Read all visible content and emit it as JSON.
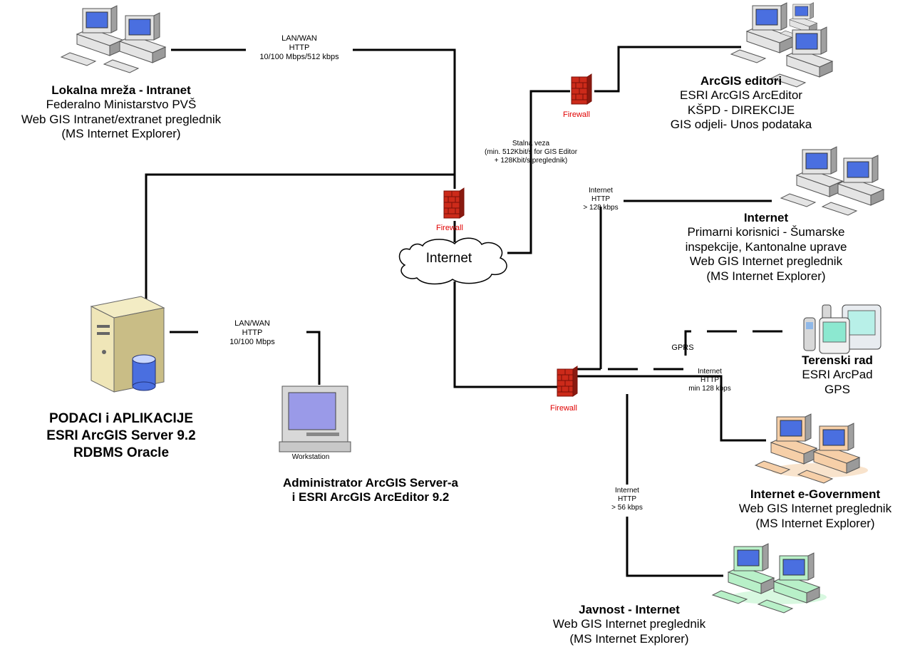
{
  "colors": {
    "pc_gray": "#e4e4e4",
    "pc_orange": "#f6cfa8",
    "pc_green": "#b8f0c8",
    "screen_blue": "#4a6fe0",
    "firewall_red": "#cc2a1a",
    "line": "#000000"
  },
  "icons": [
    "workstation-icon",
    "server-icon",
    "database-icon",
    "firewall-icon",
    "cloud-icon",
    "pda-icon"
  ],
  "nodes": {
    "intranet": {
      "title": "Lokalna mreža - Intranet",
      "lines": [
        "Federalno Ministarstvo PVŠ",
        "Web GIS Intranet/extranet preglednik",
        "(MS Internet Explorer)"
      ]
    },
    "editors": {
      "title": "ArcGIS editori",
      "lines": [
        "ESRI ArcGIS ArcEditor",
        "KŠPD - DIREKCIJE",
        "GIS odjeli- Unos podataka"
      ]
    },
    "internet_primary": {
      "title": "Internet",
      "lines": [
        "Primarni korisnici - Šumarske",
        "inspekcije, Kantonalne uprave",
        "Web GIS Internet preglednik",
        "(MS Internet Explorer)"
      ]
    },
    "field": {
      "title": "Terenski rad",
      "lines": [
        "ESRI ArcPad",
        "GPS"
      ]
    },
    "egov": {
      "title": "Internet  e-Government",
      "lines": [
        "Web GIS Internet preglednik",
        "(MS Internet Explorer)"
      ]
    },
    "public": {
      "title": "Javnost -  Internet",
      "lines": [
        "Web GIS Internet preglednik",
        "(MS Internet Explorer)"
      ]
    },
    "server": {
      "lines": [
        "PODACI i APLIKACIJE",
        "ESRI ArcGIS Server 9.2",
        "RDBMS Oracle"
      ]
    },
    "admin": {
      "lines": [
        "Administrator ArcGIS Server-a",
        "i ESRI ArcGIS ArcEditor 9.2"
      ],
      "device_label": "Workstation"
    }
  },
  "links": {
    "lan_top": [
      "LAN/WAN",
      "HTTP",
      "10/100 Mbps/512 kbps"
    ],
    "lan_admin": [
      "LAN/WAN",
      "HTTP",
      "10/100 Mbps"
    ],
    "stalna": [
      "Stalna veza",
      "(min. 512Kbit/s for GIS Editor",
      "+ 128Kbit/s preglednik)"
    ],
    "internet_128": [
      "Internet",
      "HTTP",
      "> 128 kbps"
    ],
    "gprs": "GPRS",
    "internet_min128": [
      "Internet",
      "HTTP",
      "min 128 kbps"
    ],
    "internet_56": [
      "Internet",
      "HTTP",
      "> 56 kbps"
    ]
  },
  "cloud_label": "Internet",
  "firewall_label": "Firewall"
}
